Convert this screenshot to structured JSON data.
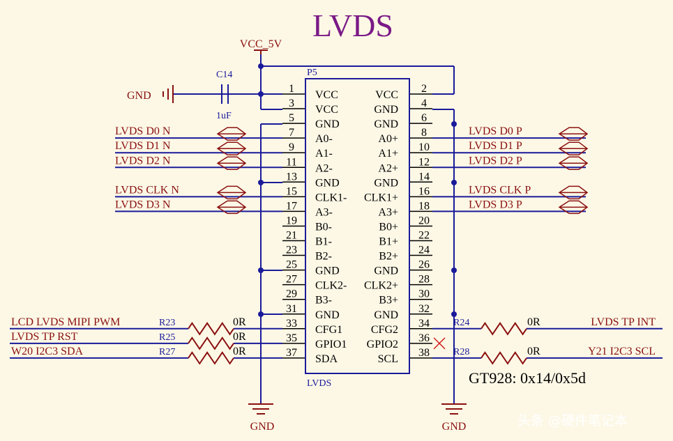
{
  "title": "LVDS",
  "power": {
    "vcc_label": "VCC_5V",
    "gnd_label": "GND"
  },
  "capacitor": {
    "ref": "C14",
    "value": "1uF"
  },
  "connector": {
    "ref": "P5",
    "footer": "LVDS",
    "rows": [
      {
        "lpin": "1",
        "lname": "VCC",
        "rname": "VCC",
        "rpin": "2"
      },
      {
        "lpin": "3",
        "lname": "VCC",
        "rname": "GND",
        "rpin": "4"
      },
      {
        "lpin": "5",
        "lname": "GND",
        "rname": "GND",
        "rpin": "6"
      },
      {
        "lpin": "7",
        "lname": "A0-",
        "rname": "A0+",
        "rpin": "8"
      },
      {
        "lpin": "9",
        "lname": "A1-",
        "rname": "A1+",
        "rpin": "10"
      },
      {
        "lpin": "11",
        "lname": "A2-",
        "rname": "A2+",
        "rpin": "12"
      },
      {
        "lpin": "13",
        "lname": "GND",
        "rname": "GND",
        "rpin": "14"
      },
      {
        "lpin": "15",
        "lname": "CLK1-",
        "rname": "CLK1+",
        "rpin": "16"
      },
      {
        "lpin": "17",
        "lname": "A3-",
        "rname": "A3+",
        "rpin": "18"
      },
      {
        "lpin": "19",
        "lname": "B0-",
        "rname": "B0+",
        "rpin": "20"
      },
      {
        "lpin": "21",
        "lname": "B1-",
        "rname": "B1+",
        "rpin": "22"
      },
      {
        "lpin": "23",
        "lname": "B2-",
        "rname": "B2+",
        "rpin": "24"
      },
      {
        "lpin": "25",
        "lname": "GND",
        "rname": "GND",
        "rpin": "26"
      },
      {
        "lpin": "27",
        "lname": "CLK2-",
        "rname": "CLK2+",
        "rpin": "28"
      },
      {
        "lpin": "29",
        "lname": "B3-",
        "rname": "B3+",
        "rpin": "30"
      },
      {
        "lpin": "31",
        "lname": "GND",
        "rname": "GND",
        "rpin": "32"
      },
      {
        "lpin": "33",
        "lname": "CFG1",
        "rname": "CFG2",
        "rpin": "34"
      },
      {
        "lpin": "35",
        "lname": "GPIO1",
        "rname": "GPIO2",
        "rpin": "36"
      },
      {
        "lpin": "37",
        "lname": "SDA",
        "rname": "SCL",
        "rpin": "38"
      }
    ]
  },
  "nets_left": [
    "LVDS_D0_N",
    "LVDS_D1_N",
    "LVDS_D2_N",
    "LVDS_CLK_N",
    "LVDS_D3_N"
  ],
  "nets_right": [
    "LVDS_D0_P",
    "LVDS_D1_P",
    "LVDS_D2_P",
    "LVDS_CLK_P",
    "LVDS_D3_P"
  ],
  "resistors_left": [
    {
      "net": "LCD_LVDS_MIPI_PWM",
      "ref": "R23",
      "value": "0R"
    },
    {
      "net": "LVDS_TP_RST",
      "ref": "R25",
      "value": "0R"
    },
    {
      "net": "W20_I2C3_SDA",
      "ref": "R27",
      "value": "0R"
    }
  ],
  "resistors_right": [
    {
      "net": "LVDS_TP_INT",
      "ref": "R24",
      "value": "0R"
    },
    {
      "net": "Y21_I2C3_SCL",
      "ref": "R28",
      "value": "0R"
    }
  ],
  "note": "GT928: 0x14/0x5d",
  "watermark": "头条 @硬件笔记本"
}
